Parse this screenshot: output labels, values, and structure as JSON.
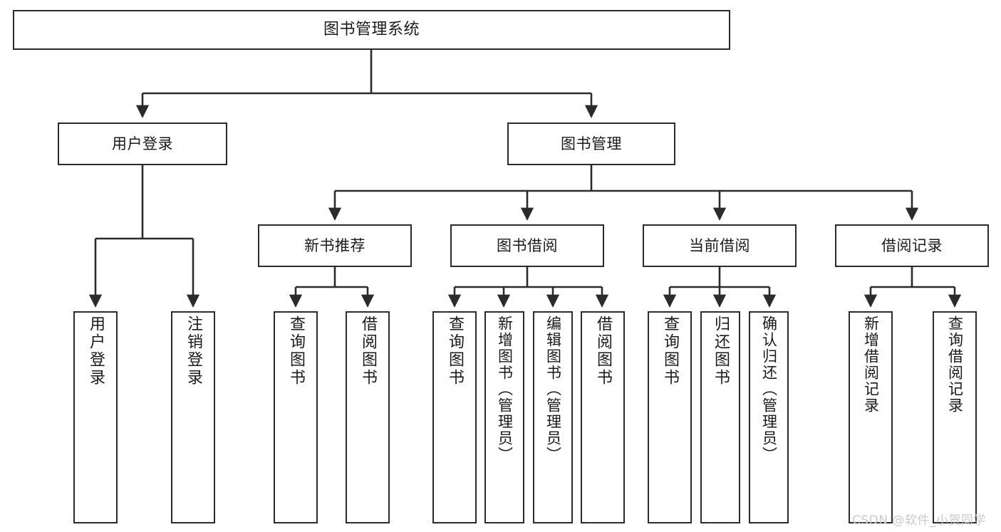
{
  "diagram": {
    "type": "tree",
    "title": "图书管理系统",
    "root": {
      "label": "图书管理系统"
    },
    "level1": [
      {
        "label": "用户登录"
      },
      {
        "label": "图书管理"
      }
    ],
    "level2": [
      {
        "label": "新书推荐"
      },
      {
        "label": "图书借阅"
      },
      {
        "label": "当前借阅"
      },
      {
        "label": "借阅记录"
      }
    ],
    "leaves": {
      "user_login": [
        {
          "label": "用户登录"
        },
        {
          "label": "注销登录"
        }
      ],
      "new_book": [
        {
          "label": "查询图书"
        },
        {
          "label": "借阅图书"
        }
      ],
      "book_borrow": [
        {
          "label": "查询图书"
        },
        {
          "label": "新增图书（管理员）"
        },
        {
          "label": "编辑图书（管理员）"
        },
        {
          "label": "借阅图书"
        }
      ],
      "current_borrow": [
        {
          "label": "查询图书"
        },
        {
          "label": "归还图书"
        },
        {
          "label": "确认归还（管理员）"
        }
      ],
      "borrow_record": [
        {
          "label": "新增借阅记录"
        },
        {
          "label": "查询借阅记录"
        }
      ]
    }
  },
  "watermark": {
    "text": "CSDN @软件_小贺同学"
  },
  "colors": {
    "stroke": "#2b2b2b",
    "fill": "#ffffff",
    "text": "#1a1a1a",
    "watermark": "#c9c9c9"
  }
}
